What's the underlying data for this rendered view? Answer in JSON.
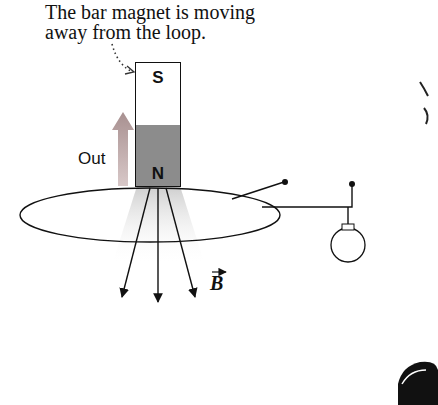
{
  "diagram": {
    "nodes": [
      {
        "text": [
          "S"
        ]
      },
      {
        "text": [
          "N"
        ]
      }
    ],
    "labels": [
      "The bar magnet is moving away from the loop.",
      "Out",
      "B"
    ]
  }
}
